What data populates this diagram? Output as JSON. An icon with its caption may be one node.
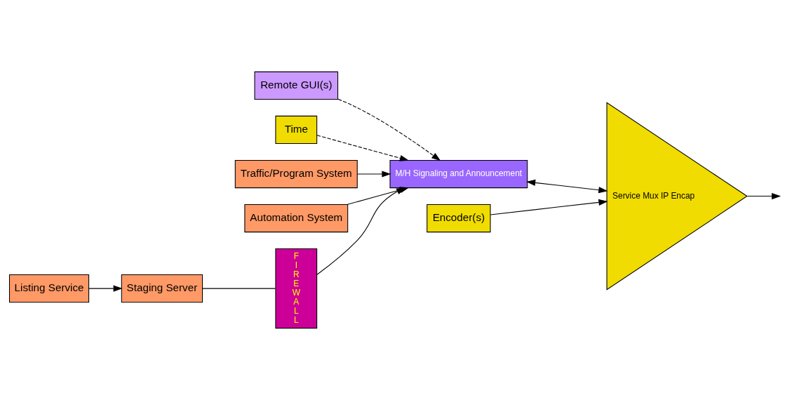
{
  "diagram": {
    "nodes": [
      {
        "text": [
          "Remote GUI(s)"
        ]
      },
      {
        "text": [
          "Time"
        ]
      },
      {
        "text": [
          "Traffic/Program System"
        ]
      },
      {
        "text": [
          "Automation System"
        ]
      },
      {
        "text": [
          "M/H Signaling and Announcement"
        ]
      },
      {
        "text": [
          "Service Mux IP Encap"
        ]
      },
      {
        "text": [
          "Listing Service"
        ]
      },
      {
        "text": [
          "Staging Server"
        ]
      },
      {
        "text": [
          "FIREWALL"
        ]
      },
      {
        "text": [
          "Encoder(s)"
        ]
      }
    ],
    "edges": [
      {
        "from": 0,
        "to": 4,
        "arrow": "to",
        "style": "dashed"
      },
      {
        "from": 1,
        "to": 4,
        "arrow": "to",
        "style": "dashed"
      },
      {
        "from": 2,
        "to": 4,
        "arrow": "to"
      },
      {
        "from": 3,
        "to": 4,
        "arrow": "to"
      },
      {
        "from": 6,
        "to": 7,
        "arrow": "to"
      },
      {
        "from": 7,
        "to": 8,
        "arrow": "none"
      },
      {
        "from": 8,
        "to": 4,
        "arrow": "to"
      },
      {
        "from": 4,
        "to": 5,
        "arrow": "both"
      },
      {
        "from": 9,
        "to": 5,
        "arrow": "to"
      },
      {
        "from": 5,
        "to": null,
        "arrow": "to"
      }
    ]
  }
}
